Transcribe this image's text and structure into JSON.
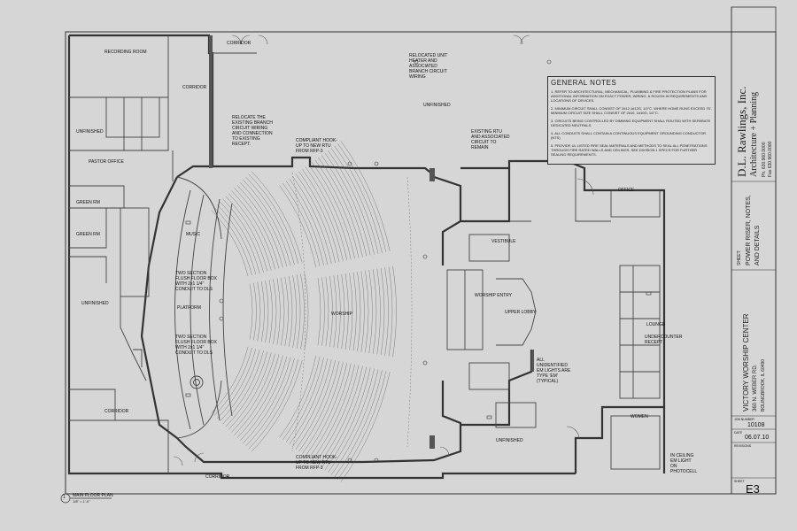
{
  "firm": {
    "name": "D.L. Rawlings, Inc.",
    "subtitle": "Architecture + Planning",
    "contact_lines": [
      "Ph. 630.960.0000",
      "Fax 630.960.0000"
    ]
  },
  "sheet_title": {
    "label": "SHEET:",
    "lines": [
      "POWER RISER, NOTES,",
      "AND DETAILS"
    ]
  },
  "project": {
    "name": "VICTORY WORSHIP CENTER",
    "address": "360 N. WEBER RD.",
    "city": "BOLINGBROOK, IL 60490"
  },
  "job": {
    "label": "JOB NUMBER",
    "value": "10108"
  },
  "date": {
    "label": "DATE",
    "value": "06.07.10"
  },
  "revisions_label": "REVISIONS",
  "sheet_number": {
    "label": "SHEET",
    "value": "E3"
  },
  "plan_caption": {
    "number": "1",
    "title": "MAIN FLOOR PLAN",
    "scale": "1/8\" = 1'-0\""
  },
  "general_notes": {
    "title": "GENERAL NOTES",
    "items": [
      "1. REFER TO ARCHITECTURAL, MECHANICAL, PLUMBING & FIRE PROTECTION PLANS FOR ADDITIONAL INFORMATION ON EXACT POWER, WIRING, & ROUGH-IN REQUIREMENTS AND LOCATIONS OF DEVICES.",
      "2. MINIMUM CIRCUIT SHALL CONSIST OF 2#12,1#12G, 1/2\"C. WHERE HOME RUNS EXCEED 75', MINIMUM CIRCUIT SIZE SHALL CONSIST OF 2#10, 1#10G, 1/2\"C.",
      "3. CIRCUITS BEING CONTROLLED BY DIMMING EQUIPMENT SHALL ROUTED WITH SEPARATE DEDICATED NEUTRALS.",
      "4. ALL CONDUITS SHALL CONTAIN A CONTINUOUS EQUIPMENT GROUNDING CONDUCTOR.(NTS)",
      "5. PROVIDE UL LISTED FIRE SEAL MATERIALS AND METHODS TO SEAL ALL PENETRATIONS THROUGH FIRE RATED WALLS AND CEILINGS. SEE DIVISION 1 SPECS FOR FURTHER SEALING REQUIREMENTS."
    ]
  },
  "rooms": {
    "recording": "RECORDING ROOM",
    "pastor": "PASTOR OFFICE",
    "green_a": "GREEN RM",
    "green_b": "GREEN RM",
    "unfinished_nw": "UNFINISHED",
    "unfinished_w": "UNFINISHED",
    "unfinished_n": "UNFINISHED",
    "unfinished_s": "UNFINISHED",
    "music": "MUSIC",
    "platform": "PLATFORM",
    "worship": "WORSHIP",
    "corridor_n": "CORRIDOR",
    "corridor_nw": "CORRIDOR",
    "corridor_s": "CORRIDOR",
    "corridor_sw": "CORRIDOR",
    "vestibule": "VESTIBULE",
    "worship_entry": "WORSHIP ENTRY",
    "upper_lobby": "UPPER LOBBY",
    "lounge": "LOUNGE",
    "women": "WOMEN",
    "office_e": "OFFICE"
  },
  "callouts": {
    "dimming_n": "TWO SECTION FLUSH FLOOR BOX WITH 2x1 1/4\" CONDUIT TO DLS",
    "dimming_s": "TWO SECTION FLUSH FLOOR BOX WITH 2x1 1/4\" CONDUIT TO DLS",
    "relocate_n": "RELOCATE THE EXISTING BRANCH CIRCUIT WIRING AND CONNECTION TO EXISTING RECEPT.",
    "compliant_n": "COMPLIANT HOOK-UP TO NEW RTU FROM RFP-3",
    "relocated_unit": "RELOCATED UNIT HEATER AND ASSOCIATED BRANCH CIRCUIT WIRING",
    "existing_rtu": "EXISTING RTU AND ASSOCIATED CIRCUIT TO REMAIN",
    "compliant_s": "COMPLIANT HOOK-UP TO NEW RTU FROM RFP-3",
    "all_unidentified": "ALL UNIDENTIFIED EM LIGHTS ARE TYPE 'EM' (TYPICAL)",
    "undercabinet": "UNDERCOUNTER RECEPT",
    "in_ceiling": "IN CEILING EM LIGHT ON PHOTOCELL"
  }
}
